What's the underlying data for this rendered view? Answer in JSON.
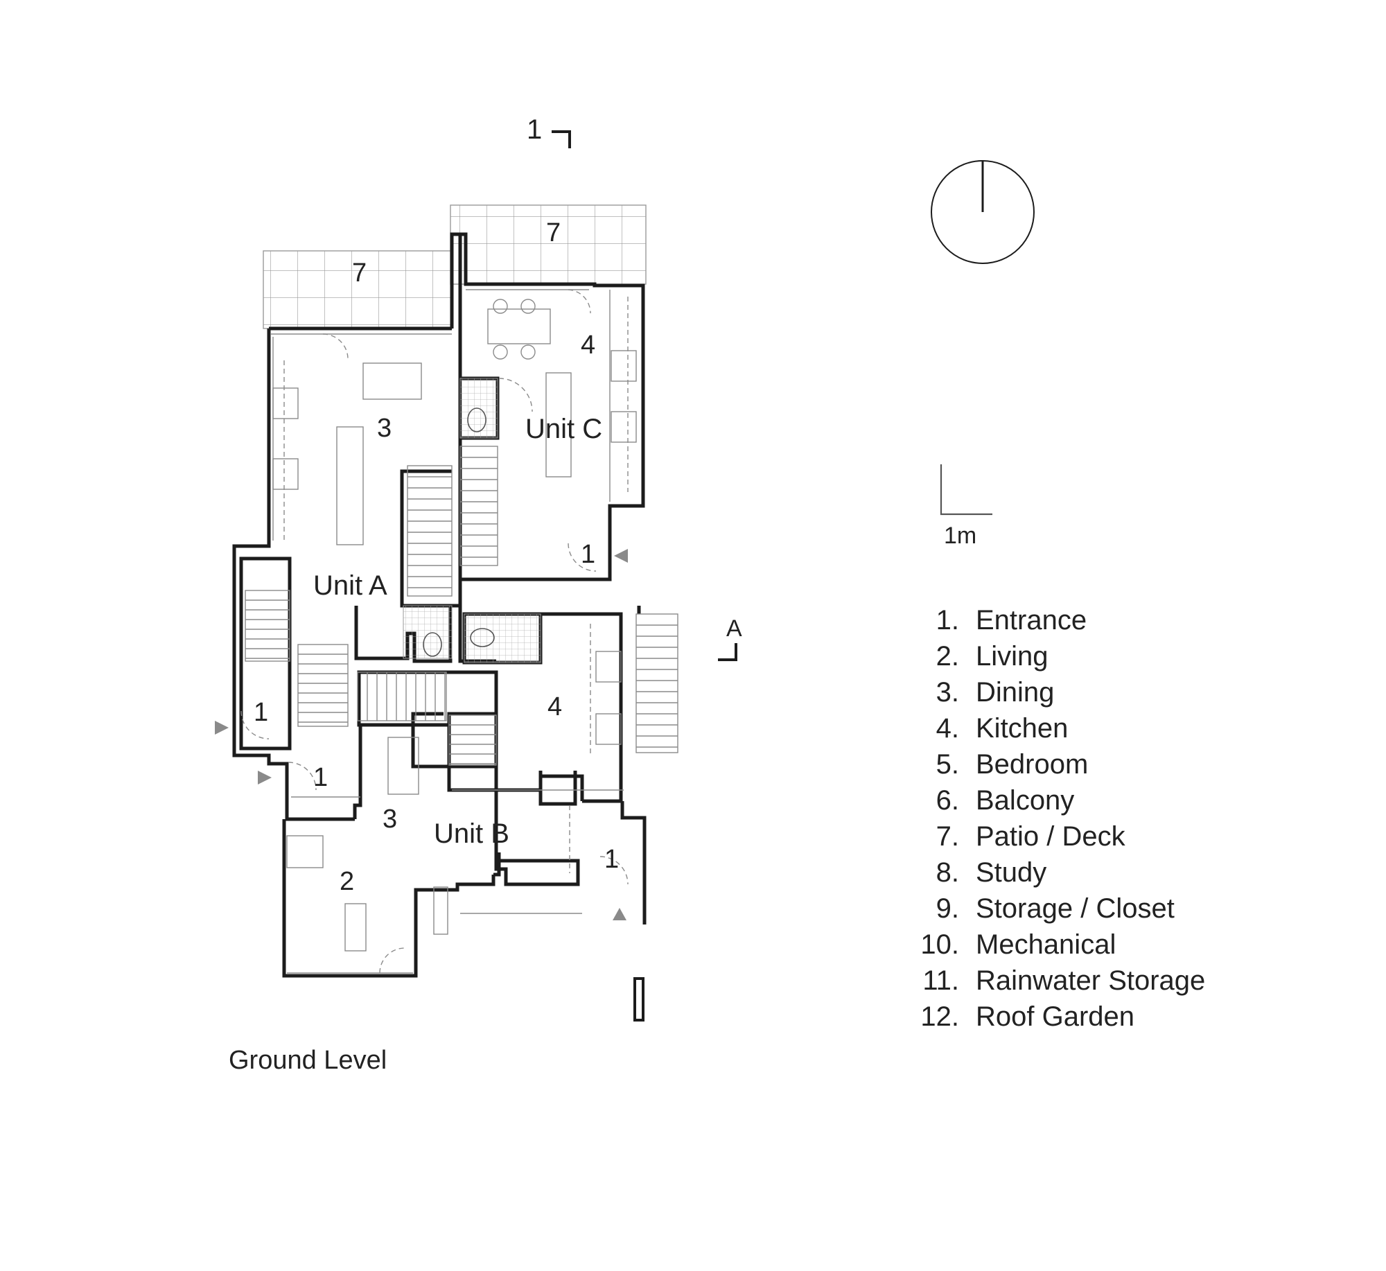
{
  "section_markers": {
    "top": "1",
    "right": "A"
  },
  "patios": [
    "7",
    "7"
  ],
  "units": {
    "a": {
      "label": "Unit A",
      "dining": "3",
      "entrance_upper": "1",
      "entrance_lower": "1"
    },
    "b": {
      "label": "Unit B",
      "living": "2",
      "dining": "3",
      "kitchen": "4",
      "entrance": "1"
    },
    "c": {
      "label": "Unit C",
      "kitchen": "4",
      "entrance": "1"
    }
  },
  "north_arrow": {
    "icon": "north-arrow-icon"
  },
  "scale_bar": {
    "label": "1m"
  },
  "caption": "Ground Level",
  "legend": [
    {
      "num": "1.",
      "label": "Entrance"
    },
    {
      "num": "2.",
      "label": "Living"
    },
    {
      "num": "3.",
      "label": "Dining"
    },
    {
      "num": "4.",
      "label": "Kitchen"
    },
    {
      "num": "5.",
      "label": "Bedroom"
    },
    {
      "num": "6.",
      "label": "Balcony"
    },
    {
      "num": "7.",
      "label": "Patio / Deck"
    },
    {
      "num": "8.",
      "label": "Study"
    },
    {
      "num": "9.",
      "label": "Storage / Closet"
    },
    {
      "num": "10.",
      "label": "Mechanical"
    },
    {
      "num": "11.",
      "label": "Rainwater Storage"
    },
    {
      "num": "12.",
      "label": "Roof Garden"
    }
  ],
  "colors": {
    "line": "#1c1c1c",
    "fixture": "#8a8a8a",
    "paper": "#ffffff"
  }
}
